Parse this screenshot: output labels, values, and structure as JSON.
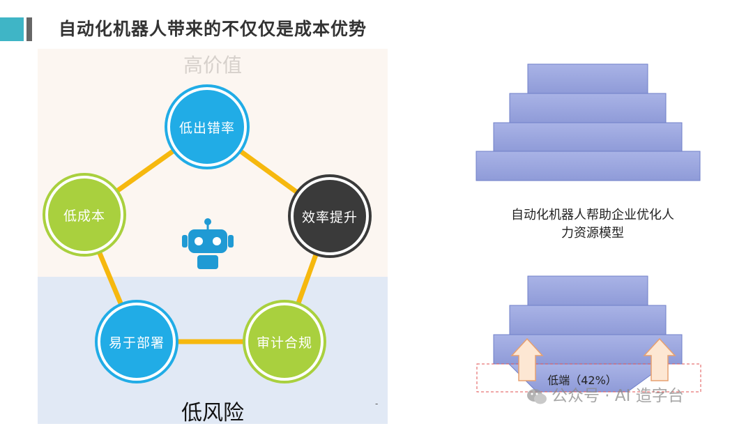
{
  "title": "自动化机器人带来的不仅仅是成本优势",
  "labels": {
    "high_value": "高价值",
    "low_risk": "低风险",
    "dash": "-"
  },
  "nodes": {
    "low_error": "低出错率",
    "efficiency": "效率提升",
    "compliance": "审计合规",
    "easy_deploy": "易于部署",
    "low_cost": "低成本"
  },
  "caption": {
    "line1": "自动化机器人帮助企业优化人",
    "line2": "力资源模型"
  },
  "low_end": "低端（42%）",
  "watermark": "公众号 · AI 造字台",
  "colors": {
    "teal": "#3fb5c6",
    "blue": "#21ace6",
    "green": "#a9d03e",
    "dark": "#3a3a3a",
    "connector": "#f6b80e",
    "pyramid": "#9aa6de"
  },
  "icons": [
    "robot-icon",
    "up-arrow-icon",
    "wechat-icon"
  ]
}
